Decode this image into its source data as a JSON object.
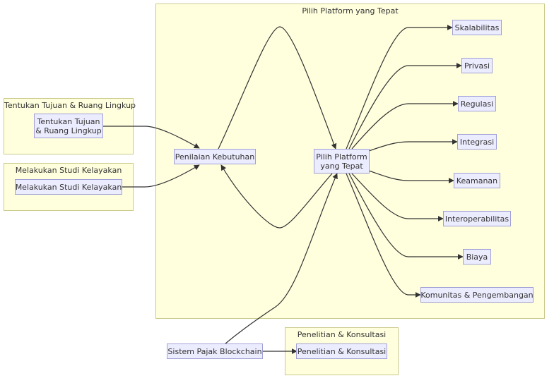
{
  "clusters": {
    "tujuan": "Tentukan Tujuan & Ruang Lingkup",
    "studi": "Melakukan Studi Kelayakan",
    "platform": "Pilih Platform yang Tepat",
    "penelitian": "Penelitian & Konsultasi"
  },
  "nodes": {
    "tujuan_line1": "Tentukan Tujuan",
    "tujuan_line2": "& Ruang Lingkup",
    "studi": "Melakukan Studi Kelayakan",
    "penilaian": "Penilaian Kebutuhan",
    "platform_line1": "Pilih Platform",
    "platform_line2": "yang Tepat",
    "skalabilitas": "Skalabilitas",
    "privasi": "Privasi",
    "regulasi": "Regulasi",
    "integrasi": "Integrasi",
    "keamanan": "Keamanan",
    "interoperabilitas": "Interoperabilitas",
    "biaya": "Biaya",
    "komunitas": "Komunitas & Pengembangan",
    "sistem": "Sistem Pajak Blockchain",
    "penelitian": "Penelitian & Konsultasi"
  },
  "colors": {
    "cluster_fill": "#ffffde",
    "cluster_border": "#c9c98a",
    "node_fill": "#ececff",
    "node_border": "#9f9fd6",
    "edge": "#333333",
    "text": "#333333"
  }
}
